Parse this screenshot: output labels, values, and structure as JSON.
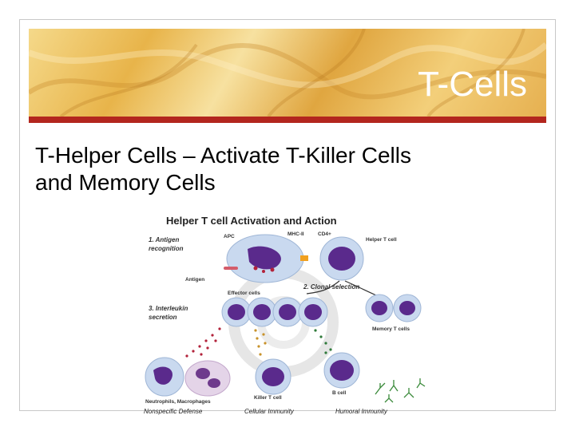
{
  "slide": {
    "title": "T-Cells",
    "body_lines": [
      "T-Helper Cells – Activate T-Killer Cells",
      "and Memory Cells"
    ]
  },
  "diagram": {
    "title": "Helper T cell Activation and Action",
    "step1": [
      "1. Antigen",
      "recognition"
    ],
    "step2": "2. Clonal selection",
    "step3": [
      "3. Interleukin",
      "secretion"
    ],
    "labels": {
      "apc": "APC",
      "mhc": "MHC-II",
      "cd4": "CD4+",
      "helper": "Helper T cell",
      "antigen": "Antigen",
      "effector": "Effector cells",
      "memory": "Memory T cells",
      "neutrophils": "Neutrophils, Macrophages",
      "killer": "Killer T cell",
      "bcell": "B cell"
    },
    "footers": {
      "nonspecific": "Nonspecific Defense",
      "cellular": "Cellular Immunity",
      "humoral": "Humoral Immunity"
    }
  },
  "colors": {
    "accent_rule": "#b3261e",
    "title_text": "#ffffff",
    "cell_nucleus": "#5a2a8c",
    "cell_body": "#c9d9ef"
  }
}
